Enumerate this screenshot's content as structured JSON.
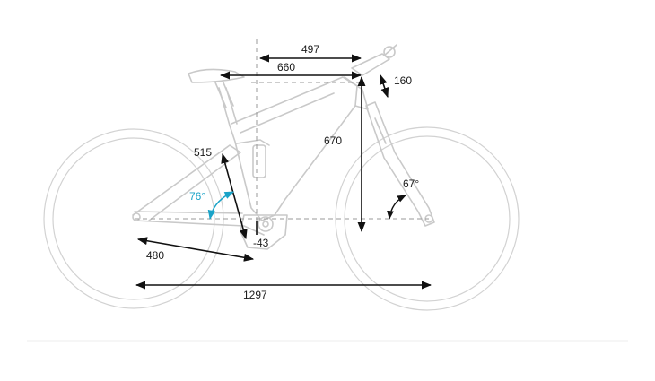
{
  "colors": {
    "frame_outline": "#c9c9c9",
    "dimension_lines": "#111111",
    "accent": "#1aa3c8",
    "background": "#ffffff"
  },
  "dimensions": {
    "reach": "497",
    "stack": "660",
    "stem_height": "160",
    "head_tube_height": "670",
    "seat_tube": "515",
    "seat_angle": "76°",
    "head_angle": "67°",
    "bb_drop": "-43",
    "chainstay": "480",
    "wheelbase": "1297"
  }
}
